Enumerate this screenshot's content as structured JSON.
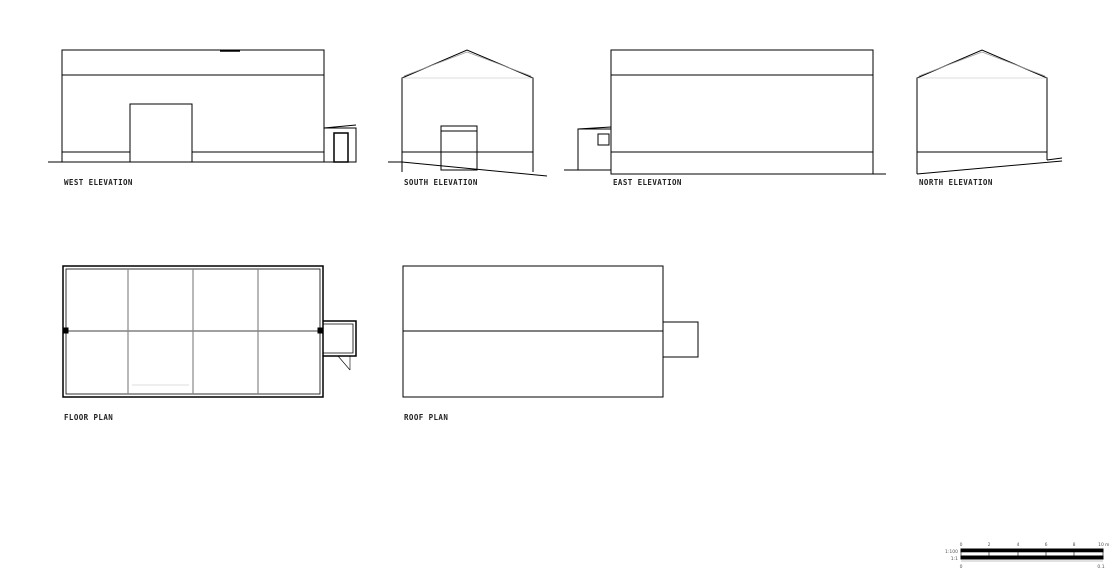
{
  "labels": {
    "west": "WEST ELEVATION",
    "south": "SOUTH ELEVATION",
    "east": "EAST ELEVATION",
    "north": "NORTH ELEVATION",
    "floor": "FLOOR PLAN",
    "roof": "ROOF PLAN"
  },
  "scale_bar": {
    "ticks": [
      "0",
      "2",
      "4",
      "6",
      "8",
      "10"
    ],
    "unit": "m",
    "scale_labels": [
      "1:100",
      "1:1"
    ],
    "lower_ticks": [
      "0",
      "0.1"
    ]
  }
}
